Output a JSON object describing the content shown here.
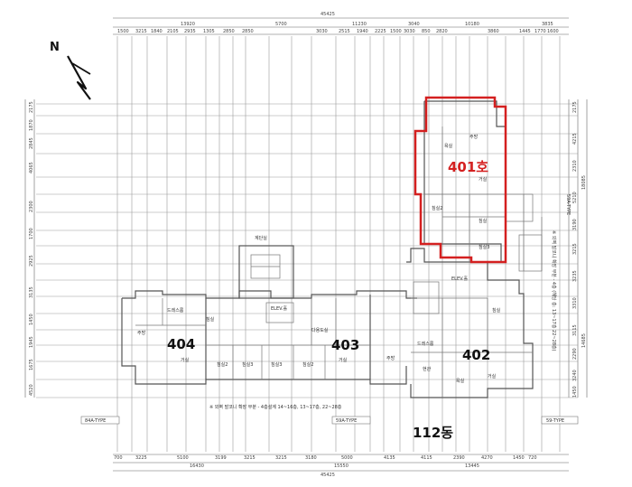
{
  "compass": {
    "label": "N",
    "icon": "north-arrow-icon"
  },
  "units": {
    "u401": "401호",
    "u402": "402",
    "u403": "403",
    "u404": "404"
  },
  "building": {
    "label": "112동"
  },
  "highlight_color": "#d42020",
  "type_tags": {
    "left": "84A-TYPE",
    "middle": "59A-TYPE",
    "right": "59-TYPE",
    "upper_right": "59A-TYPE"
  },
  "top_dimensions": {
    "overall": "45425",
    "segment_a": "13920",
    "segment_b": "5700",
    "segment_c": "11230",
    "segment_d": "3040",
    "segment_e": "10180",
    "segment_f": "3835",
    "row": [
      "1500",
      "3215",
      "1840",
      "2105",
      "2935",
      "1305",
      "2850",
      "2850",
      "3030",
      "2515",
      "1940",
      "2225",
      "1500",
      "3030",
      "850",
      "2820",
      "3860",
      "1445",
      "1770",
      "1600"
    ]
  },
  "bottom_dimensions": {
    "row": [
      "700",
      "3225",
      "5100",
      "3199",
      "3215",
      "3215",
      "3180",
      "5000",
      "4135",
      "4115",
      "2390",
      "4270",
      "1450",
      "720"
    ],
    "sub_row": [
      "16430",
      "15550",
      "13445"
    ],
    "overall": "45425"
  },
  "left_dimensions": [
    "2175",
    "1870",
    "2845",
    "4065",
    "2300",
    "1700",
    "2925",
    "3135",
    "1450",
    "1945",
    "1675",
    "4520"
  ],
  "right_dimensions": [
    "2175",
    "4215",
    "2310",
    "5210",
    "3190",
    "3215",
    "3235",
    "3310",
    "3115",
    "2290",
    "3240",
    "1450"
  ],
  "right_overall": [
    "18085",
    "14685"
  ],
  "rooms": {
    "bath_label": "욕실",
    "bedroom_label": "침실",
    "living_label": "거실",
    "kitchen_label": "주방",
    "entry_label": "현관",
    "stair_label": "계단실",
    "elev_label": "ELEV.홀",
    "dress_label": "드레스룸",
    "util_label": "다용도실",
    "sub_room": "침실2",
    "sub_room2": "침실3"
  },
  "notes": {
    "bottom_note": "※ 외벽 발코니 확장 부분 - 4층설계 14~16층, 13~17층, 22~28층",
    "right_note": "※ 외벽 발코니 확장 부분 - 4층 (해당 층: 13~17층 22~28층)"
  }
}
